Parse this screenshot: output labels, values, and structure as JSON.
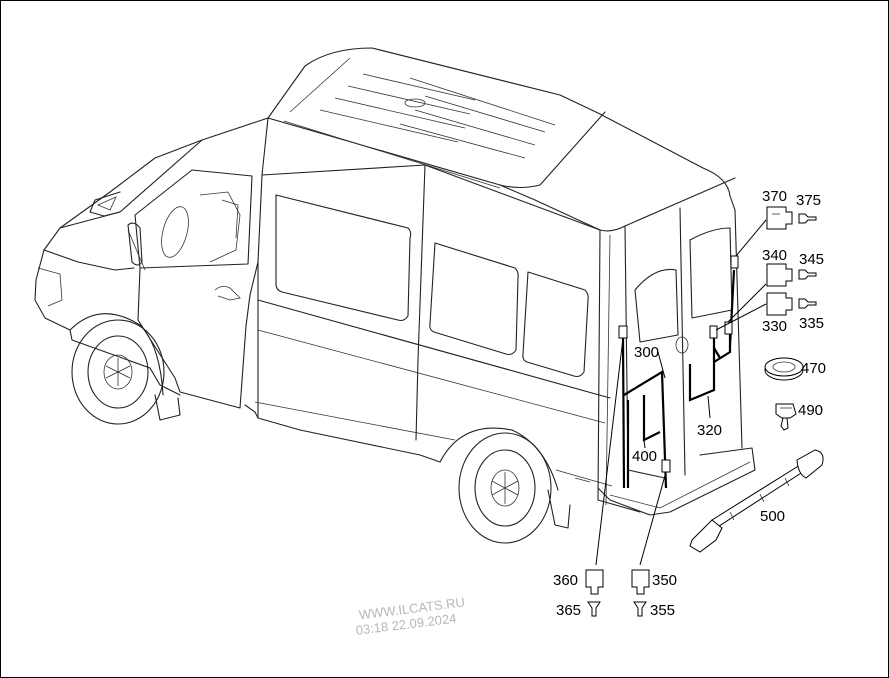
{
  "callouts": {
    "c300": "300",
    "c320": "320",
    "c330": "330",
    "c335": "335",
    "c340": "340",
    "c345": "345",
    "c350": "350",
    "c355": "355",
    "c360": "360",
    "c365": "365",
    "c370": "370",
    "c375": "375",
    "c400": "400",
    "c470": "470",
    "c490": "490",
    "c500": "500"
  },
  "watermark": {
    "site": "WWW.ILCATS.RU",
    "timestamp": "03:18 22.09.2024"
  }
}
